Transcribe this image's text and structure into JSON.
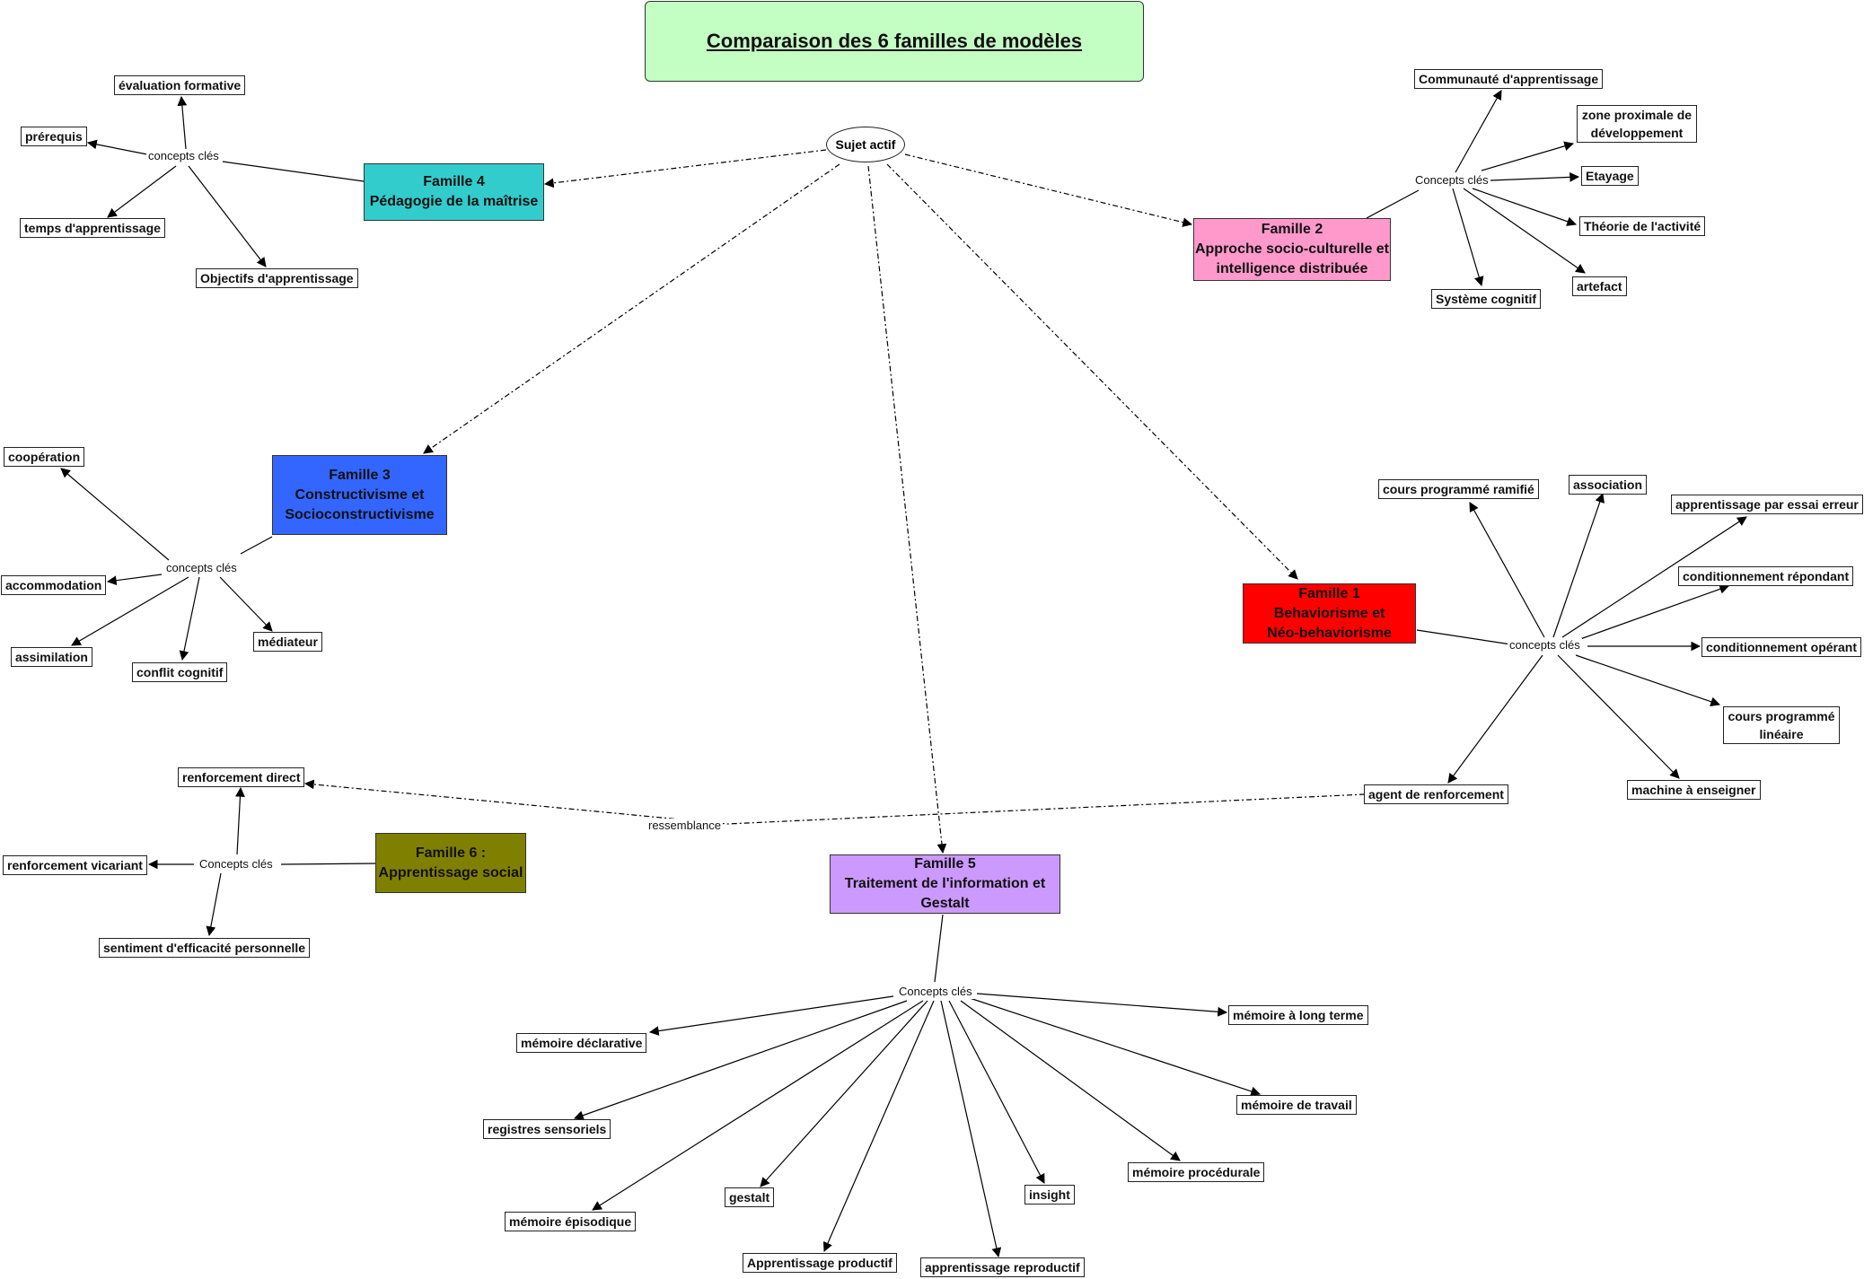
{
  "title": "Comparaison des 6 familles de modèles",
  "center": "Sujet actif",
  "colors": {
    "title_bg": "#c3ffc3",
    "famille1": "#ff0000",
    "famille2": "#ff99cc",
    "famille3": "#3366ff",
    "famille4": "#33cccc",
    "famille5": "#cc99ff",
    "famille6": "#808000"
  },
  "families": {
    "f1": {
      "l1": "Famille 1",
      "l2": "Behaviorisme et",
      "l3": "Néo-behaviorisme"
    },
    "f2": {
      "l1": "Famille 2",
      "l2": "Approche socio-culturelle et",
      "l3": "intelligence distribuée"
    },
    "f3": {
      "l1": "Famille 3",
      "l2": "Constructivisme et",
      "l3": "Socioconstructivisme"
    },
    "f4": {
      "l1": "Famille 4",
      "l2": "Pédagogie de la maîtrise"
    },
    "f5": {
      "l1": "Famille 5",
      "l2": "Traitement de l'information et",
      "l3": "Gestalt"
    },
    "f6": {
      "l1": "Famille 6 :",
      "l2": "Apprentissage social"
    }
  },
  "hubs": {
    "f1": "concepts clés",
    "f2": "Concepts clés",
    "f3": "concepts clés",
    "f4": "concepts clés",
    "f5": "Concepts clés",
    "f6": "Concepts clés"
  },
  "link_label": "ressemblance",
  "concepts": {
    "f1": [
      "cours programmé ramifié",
      "association",
      "apprentissage par essai erreur",
      "conditionnement répondant",
      "conditionnement opérant",
      "cours programmé linéaire",
      "machine à enseigner",
      "agent de renforcement"
    ],
    "f2": [
      "Communauté d'apprentissage",
      "zone proximale de développement",
      "Etayage",
      "Théorie de l'activité",
      "artefact",
      "Système cognitif"
    ],
    "f3": [
      "coopération",
      "accommodation",
      "assimilation",
      "conflit cognitif",
      "médiateur"
    ],
    "f4": [
      "évaluation formative",
      "prérequis",
      "temps d'apprentissage",
      "Objectifs d'apprentissage"
    ],
    "f5": [
      "mémoire déclarative",
      "registres sensoriels",
      "mémoire épisodique",
      "gestalt",
      "Apprentissage productif",
      "apprentissage reproductif",
      "insight",
      "mémoire procédurale",
      "mémoire de travail",
      "mémoire à long terme"
    ],
    "f6": [
      "renforcement direct",
      "renforcement vicariant",
      "sentiment d'efficacité personnelle"
    ]
  }
}
